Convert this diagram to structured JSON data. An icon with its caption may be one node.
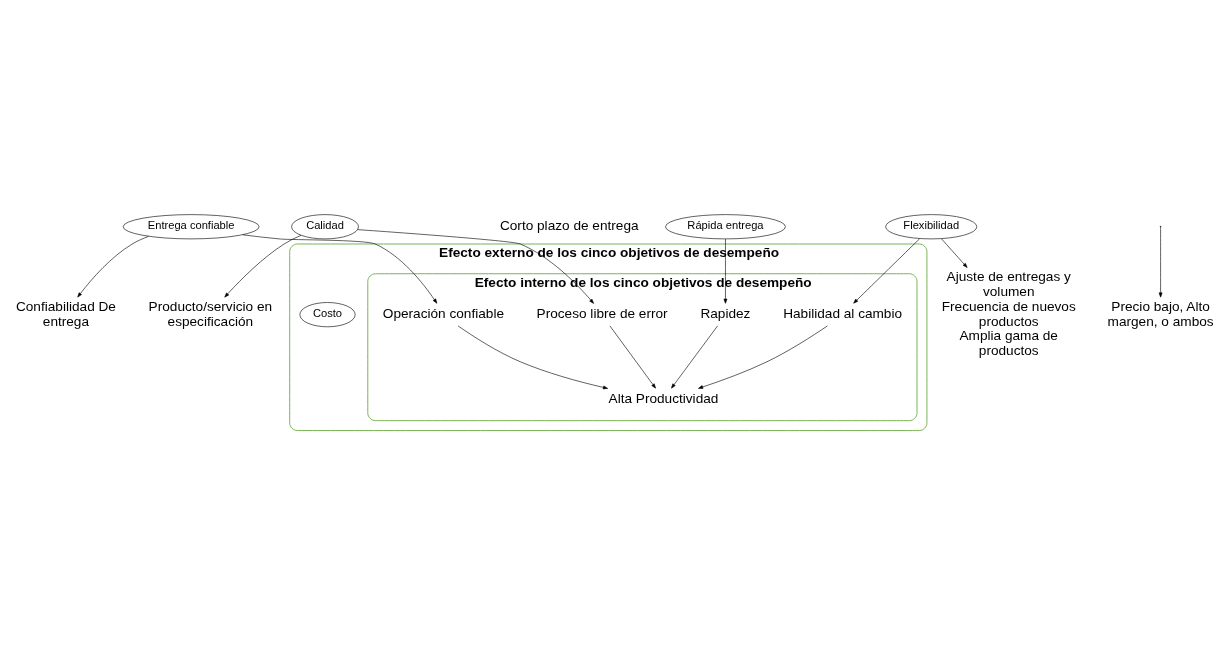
{
  "diagram": {
    "nodes": [
      {
        "text": [
          "Efecto externo de los cinco objetivos de desempeño"
        ]
      },
      {
        "text": [
          "Efecto interno de los cinco objetivos de desempeño"
        ],
        "in": 0
      },
      {
        "text": [
          "Costo"
        ],
        "in": 0
      },
      {
        "text": [
          "Rápida entrega"
        ]
      },
      {
        "text": [
          "Entrega confiable"
        ]
      },
      {
        "text": [
          "Calidad"
        ]
      },
      {
        "text": [
          "Flexibilidad"
        ]
      },
      {
        "text": [
          "Precio bajo, Alto margen, o ambos"
        ]
      },
      {
        "text": [
          "Corto plazo de entrega"
        ]
      },
      {
        "text": [
          "Rapidez"
        ],
        "in": 1
      },
      {
        "text": [
          "Alta Productividad"
        ],
        "in": 1
      },
      {
        "text": [
          "Operación confiable"
        ],
        "in": 1
      },
      {
        "text": [
          "Confiabilidad De entrega"
        ]
      },
      {
        "text": [
          "Proceso libre de error"
        ],
        "in": 1
      },
      {
        "text": [
          "Habilidad al cambio"
        ],
        "in": 1
      },
      {
        "text": [
          "Producto/servicio en especificación"
        ]
      },
      {
        "text": [
          "Ajuste de entregas y volumen",
          "Frecuencia de nuevos productos",
          "Amplia gama de productos"
        ]
      }
    ],
    "edges": [
      {
        "from": null,
        "to": 7,
        "arrow": "to"
      },
      {
        "from": 3,
        "to": 9,
        "arrow": "to"
      },
      {
        "from": 9,
        "to": 10,
        "arrow": "to"
      },
      {
        "from": 4,
        "to": 11,
        "arrow": "to"
      },
      {
        "from": 11,
        "to": 10,
        "arrow": "to"
      },
      {
        "from": 4,
        "to": 12,
        "arrow": "to"
      },
      {
        "from": 5,
        "to": 13,
        "arrow": "to"
      },
      {
        "from": 13,
        "to": 10,
        "arrow": "to"
      },
      {
        "from": 6,
        "to": 14,
        "arrow": "to"
      },
      {
        "from": 14,
        "to": 10,
        "arrow": "to"
      },
      {
        "from": 5,
        "to": 15,
        "arrow": "to"
      },
      {
        "from": 6,
        "to": 16,
        "arrow": "to"
      }
    ]
  }
}
